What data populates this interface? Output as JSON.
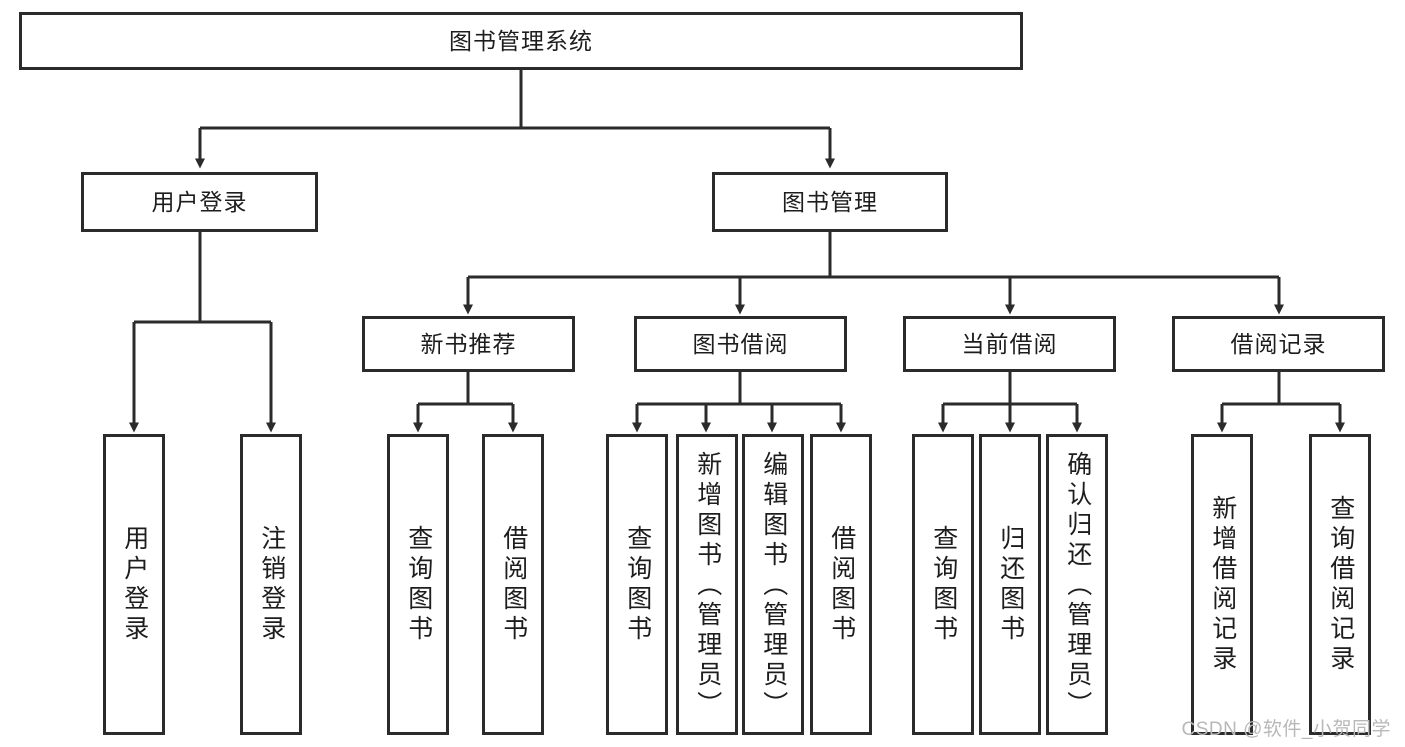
{
  "diagram": {
    "type": "tree-hierarchy",
    "title": "图书管理系统",
    "orientation": "top-down",
    "watermark": "CSDN @软件_小贺同学",
    "stroke_color": "#2b2b2b",
    "fill_color": "#ffffff",
    "text_color": "#1d1d1d"
  },
  "nodes": {
    "root": {
      "label": "图书管理系统",
      "level": 0
    },
    "level1": [
      {
        "id": "user-login",
        "label": "用户登录"
      },
      {
        "id": "book-manage",
        "label": "图书管理"
      }
    ],
    "level2": [
      {
        "id": "new-book-rec",
        "label": "新书推荐",
        "parent": "book-manage"
      },
      {
        "id": "book-borrow",
        "label": "图书借阅",
        "parent": "book-manage"
      },
      {
        "id": "current-borrow",
        "label": "当前借阅",
        "parent": "book-manage"
      },
      {
        "id": "borrow-record",
        "label": "借阅记录",
        "parent": "book-manage"
      }
    ],
    "leaves": {
      "user-login": [
        {
          "id": "leaf-user-login",
          "label": "用户登录"
        },
        {
          "id": "leaf-user-logout",
          "label": "注销登录"
        }
      ],
      "new-book-rec": [
        {
          "id": "leaf-query-book-1",
          "label": "查询图书"
        },
        {
          "id": "leaf-borrow-book-1",
          "label": "借阅图书"
        }
      ],
      "book-borrow": [
        {
          "id": "leaf-query-book-2",
          "label": "查询图书"
        },
        {
          "id": "leaf-add-book",
          "label": "新增图书（管理员）"
        },
        {
          "id": "leaf-edit-book",
          "label": "编辑图书（管理员）"
        },
        {
          "id": "leaf-borrow-book-2",
          "label": "借阅图书"
        }
      ],
      "current-borrow": [
        {
          "id": "leaf-query-book-3",
          "label": "查询图书"
        },
        {
          "id": "leaf-return-book",
          "label": "归还图书"
        },
        {
          "id": "leaf-confirm-return",
          "label": "确认归还（管理员）"
        }
      ],
      "borrow-record": [
        {
          "id": "leaf-add-record",
          "label": "新增借阅记录"
        },
        {
          "id": "leaf-query-record",
          "label": "查询借阅记录"
        }
      ]
    }
  }
}
